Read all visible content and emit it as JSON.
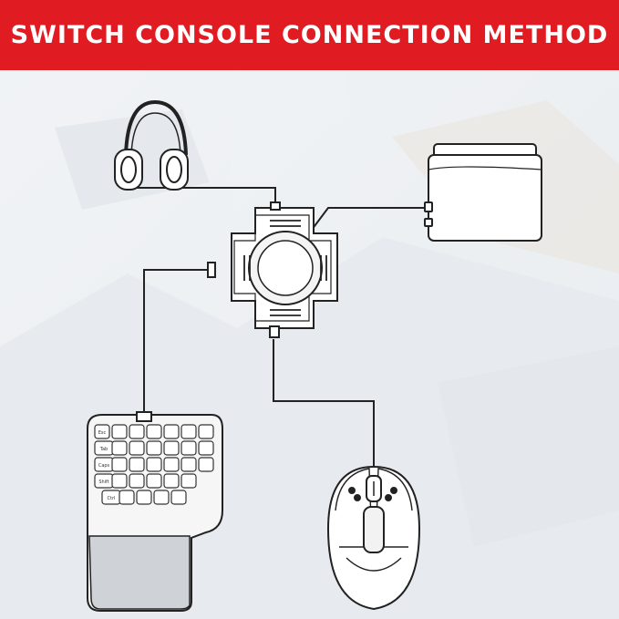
{
  "banner": {
    "title": "SWITCH CONSOLE CONNECTION METHOD",
    "background_color": "#e11b22",
    "text_color": "#ffffff"
  },
  "diagram": {
    "stroke_color": "#222222",
    "devices": {
      "headphones": {
        "icon": "headphones-icon"
      },
      "console_dock": {
        "icon": "switch-dock-icon"
      },
      "converter_hub": {
        "icon": "converter-hub-icon"
      },
      "keyboard": {
        "icon": "one-handed-keyboard-icon"
      },
      "mouse": {
        "icon": "gaming-mouse-icon"
      }
    },
    "keyboard_key_labels": [
      "Esc",
      "Tab",
      "Caps",
      "Shift",
      "Ctrl"
    ]
  }
}
